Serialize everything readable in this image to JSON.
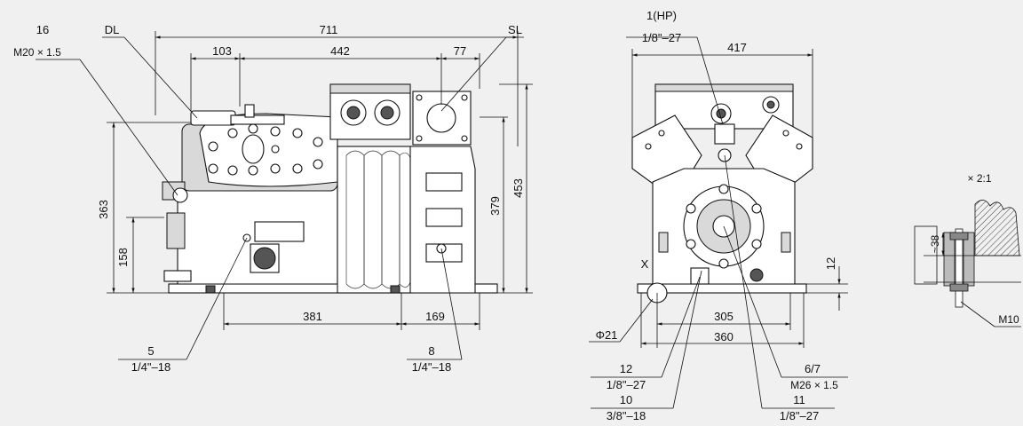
{
  "side_view": {
    "dims": {
      "d711": "711",
      "d103": "103",
      "d442": "442",
      "d77": "77",
      "d363": "363",
      "d158": "158",
      "d379": "379",
      "d453": "453",
      "d381": "381",
      "d169": "169"
    },
    "labels": {
      "dl": "DL",
      "sl": "SL",
      "p16_num": "16",
      "p16_spec": "M20 × 1.5",
      "p5_num": "5",
      "p5_spec": "1/4\"–18",
      "p8_num": "8",
      "p8_spec": "1/4\"–18"
    }
  },
  "front_view": {
    "dims": {
      "d417": "417",
      "d305": "305",
      "d360": "360",
      "d12": "12"
    },
    "labels": {
      "hp_num": "1(HP)",
      "hp_spec": "1/8\"–27",
      "x_mark": "X",
      "phi21": "Φ21",
      "p12_num": "12",
      "p12_spec": "1/8\"–27",
      "p10_num": "10",
      "p10_spec": "3/8\"–18",
      "p67_num": "6/7",
      "p67_spec": "M26 × 1.5",
      "p11_num": "11",
      "p11_spec": "1/8\"–27"
    }
  },
  "detail_view": {
    "scale": "× 2:1",
    "d38": "~38",
    "bolt": "M10"
  }
}
